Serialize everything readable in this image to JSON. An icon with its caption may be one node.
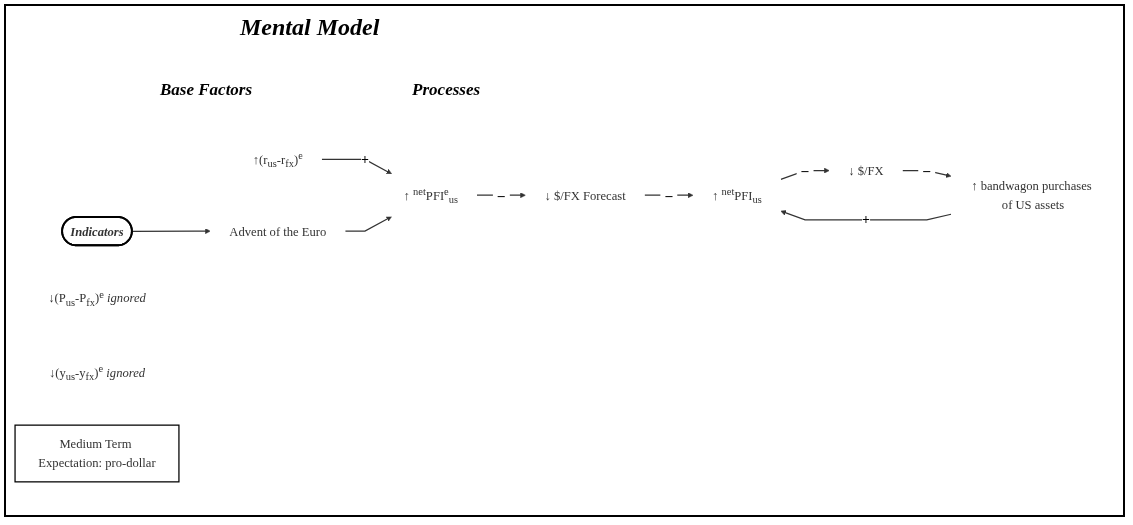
{
  "diagram": {
    "title": "Mental Model",
    "nodes": [
      {
        "text": [
          "Indicators"
        ]
      },
      {
        "text": [
          "↓(P$_{us}$-P$_{fx}$)$^{e}$"
        ],
        "beside": [
          "ignored"
        ]
      },
      {
        "text": [
          "↓(y$_{us}$-y$_{fx}$)$^{e}$"
        ],
        "beside": [
          "ignored"
        ]
      },
      {
        "text": [
          "↑(r$_{us}$-r$_{fx}$)$^{e}$"
        ]
      },
      {
        "text": [
          "Advent of the Euro"
        ]
      },
      {
        "text": [
          "↑ $^{net}$PFI$^{e}$$_{us}$"
        ]
      },
      {
        "text": [
          "↓ $/FX Forecast"
        ]
      },
      {
        "text": [
          "↑ $^{net}$PFI$_{us}$"
        ]
      },
      {
        "text": [
          "↓ $/FX"
        ]
      },
      {
        "text": [
          "↑ bandwagon purchases of US assets"
        ]
      },
      {
        "text": [
          "Medium Term Expectation: pro-dollar"
        ]
      }
    ],
    "edges": [
      {
        "from": 3,
        "to": 5,
        "arrow": "to",
        "label": "+"
      },
      {
        "from": 0,
        "to": 4,
        "arrow": "to"
      },
      {
        "from": 4,
        "to": 5,
        "arrow": "to"
      },
      {
        "from": 5,
        "to": 6,
        "arrow": "to",
        "label": "–"
      },
      {
        "from": 6,
        "to": 7,
        "arrow": "to",
        "label": "–"
      },
      {
        "from": 7,
        "to": 8,
        "arrow": "to",
        "label": "–"
      },
      {
        "from": 8,
        "to": 9,
        "arrow": "to",
        "label": "–"
      },
      {
        "from": 9,
        "to": 7,
        "arrow": "to",
        "label": "+"
      }
    ],
    "labels": [
      "Base Factors",
      "Processes"
    ]
  }
}
